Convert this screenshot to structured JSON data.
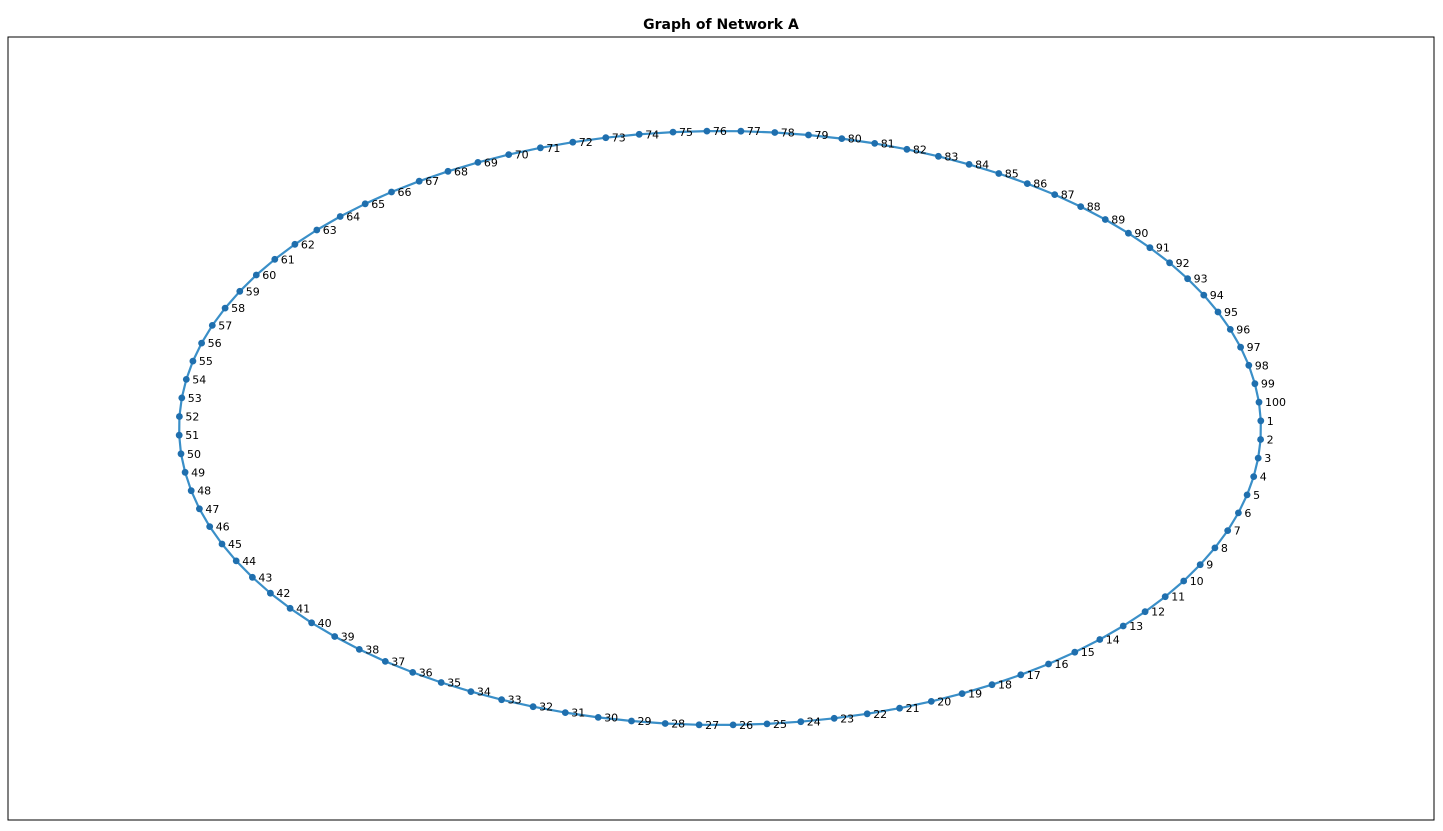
{
  "figure": {
    "title": "Graph of Network A"
  },
  "colors": {
    "node": "#1f6fae",
    "edge": "#3a8fc8",
    "frame": "#000000",
    "background": "#ffffff"
  },
  "graph": {
    "layout": "circular",
    "nodes": [
      "1",
      "2",
      "3",
      "4",
      "5",
      "6",
      "7",
      "8",
      "9",
      "10",
      "11",
      "12",
      "13",
      "14",
      "15",
      "16",
      "17",
      "18",
      "19",
      "20",
      "21",
      "22",
      "23",
      "24",
      "25",
      "26",
      "27",
      "28",
      "29",
      "30",
      "31",
      "32",
      "33",
      "34",
      "35",
      "36",
      "37",
      "38",
      "39",
      "40",
      "41",
      "42",
      "43",
      "44",
      "45",
      "46",
      "47",
      "48",
      "49",
      "50",
      "51",
      "52",
      "53",
      "54",
      "55",
      "56",
      "57",
      "58",
      "59",
      "60",
      "61",
      "62",
      "63",
      "64",
      "65",
      "66",
      "67",
      "68",
      "69",
      "70",
      "71",
      "72",
      "73",
      "74",
      "75",
      "76",
      "77",
      "78",
      "79",
      "80",
      "81",
      "82",
      "83",
      "84",
      "85",
      "86",
      "87",
      "88",
      "89",
      "90",
      "91",
      "92",
      "93",
      "94",
      "95",
      "96",
      "97",
      "98",
      "99",
      "100"
    ],
    "edges": "ring: each node i connected to node i+1, node 100 connected to node 1"
  }
}
